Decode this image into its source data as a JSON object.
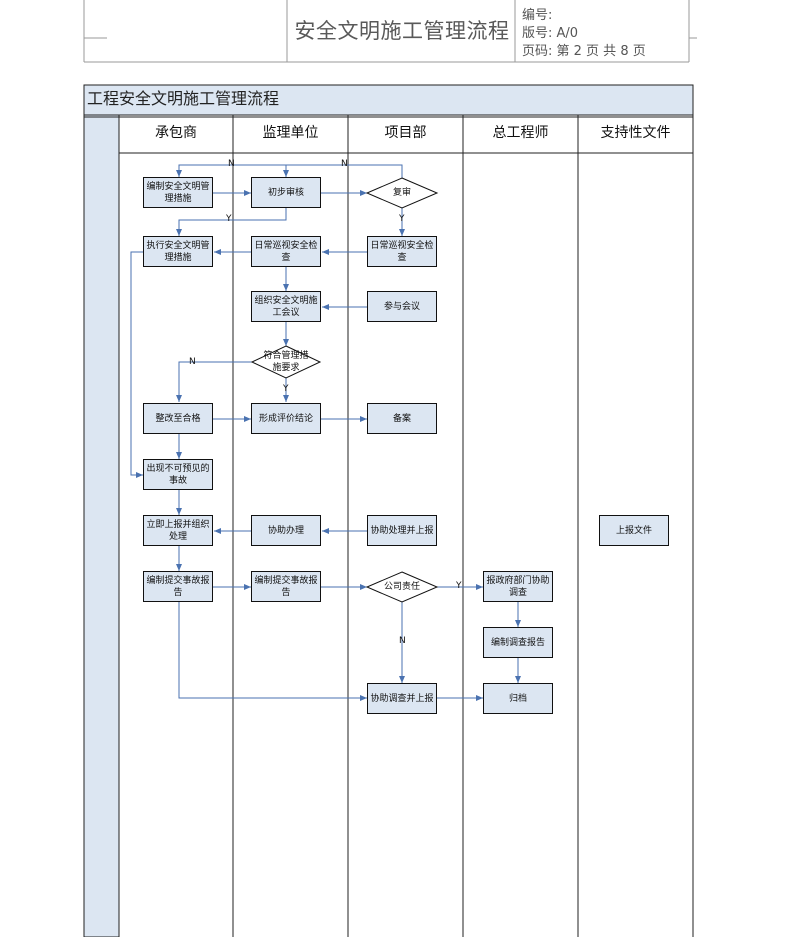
{
  "header": {
    "title": "安全文明施工管理流程",
    "code_label": "编号:",
    "version_label": "版号: A/0",
    "page_label": "页码: 第 2 页 共 8 页"
  },
  "flowchart": {
    "title": "工程安全文明施工管理流程",
    "columns": [
      "承包商",
      "监理单位",
      "项目部",
      "总工程师",
      "支持性文件"
    ],
    "nodes": {
      "n1": "编制安全文明管理措施",
      "n2": "初步审核",
      "n3": "复审",
      "n4": "执行安全文明管理措施",
      "n5": "日常巡视安全检查",
      "n6": "日常巡视安全检查",
      "n7": "组织安全文明施工会议",
      "n8": "参与会议",
      "n9": "符合管理措施要求",
      "n10": "整改至合格",
      "n11": "形成评价结论",
      "n12": "备案",
      "n13": "出现不可预见的事故",
      "n14": "立即上报并组织处理",
      "n15": "协助办理",
      "n16": "协助处理并上报",
      "n17": "上报文件",
      "n18": "编制提交事故报告",
      "n19": "编制提交事故报告",
      "n20": "公司责任",
      "n21": "报政府部门协助调查",
      "n22": "编制调查报告",
      "n23": "协助调查并上报",
      "n24": "归档"
    },
    "edge_labels": {
      "yes": "Y",
      "no": "N"
    }
  }
}
